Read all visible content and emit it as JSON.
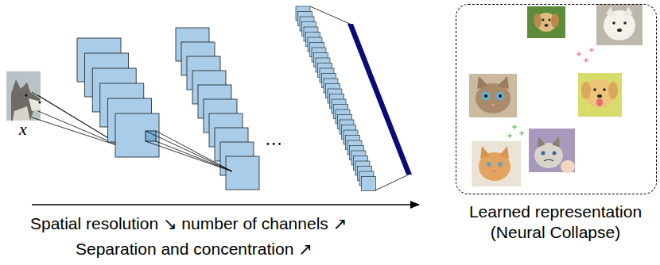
{
  "diagram": {
    "nodes": [
      {
        "text": [
          "Learned representation (Neural Collapse)"
        ]
      }
    ],
    "labels": [
      "x",
      "⋯",
      "Spatial resolution ↘ number of channels ↗",
      "Separation and concentration ↗"
    ]
  }
}
